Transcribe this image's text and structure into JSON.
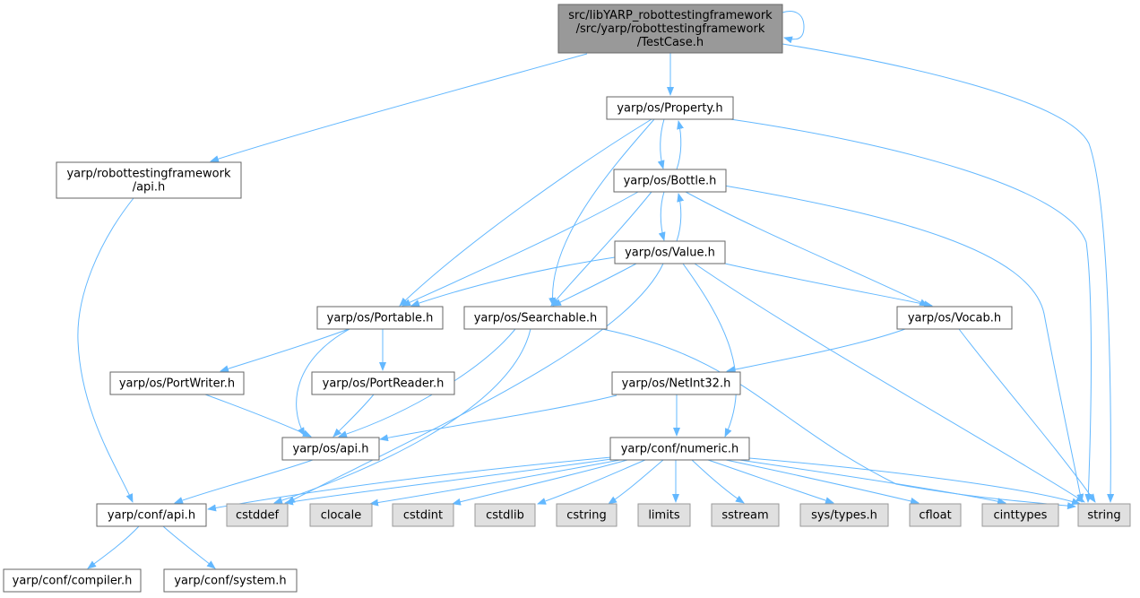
{
  "graph": {
    "colors": {
      "edge": "#63b8ff",
      "root_fill": "#999999",
      "root_stroke": "#666666",
      "node_fill": "#ffffff",
      "node_stroke": "#666666",
      "external_fill": "#e0e0e0",
      "external_stroke": "#999999"
    },
    "nodes": [
      {
        "id": "testcase",
        "kind": "root",
        "lines": [
          "src/libYARP_robottestingframework",
          "/src/yarp/robottestingframework",
          "/TestCase.h"
        ]
      },
      {
        "id": "property",
        "kind": "file",
        "lines": [
          "yarp/os/Property.h"
        ]
      },
      {
        "id": "rtf_api",
        "kind": "file",
        "lines": [
          "yarp/robottestingframework",
          "/api.h"
        ]
      },
      {
        "id": "bottle",
        "kind": "file",
        "lines": [
          "yarp/os/Bottle.h"
        ]
      },
      {
        "id": "value",
        "kind": "file",
        "lines": [
          "yarp/os/Value.h"
        ]
      },
      {
        "id": "portable",
        "kind": "file",
        "lines": [
          "yarp/os/Portable.h"
        ]
      },
      {
        "id": "searchable",
        "kind": "file",
        "lines": [
          "yarp/os/Searchable.h"
        ]
      },
      {
        "id": "vocab",
        "kind": "file",
        "lines": [
          "yarp/os/Vocab.h"
        ]
      },
      {
        "id": "portwriter",
        "kind": "file",
        "lines": [
          "yarp/os/PortWriter.h"
        ]
      },
      {
        "id": "portreader",
        "kind": "file",
        "lines": [
          "yarp/os/PortReader.h"
        ]
      },
      {
        "id": "netint32",
        "kind": "file",
        "lines": [
          "yarp/os/NetInt32.h"
        ]
      },
      {
        "id": "os_api",
        "kind": "file",
        "lines": [
          "yarp/os/api.h"
        ]
      },
      {
        "id": "numeric",
        "kind": "file",
        "lines": [
          "yarp/conf/numeric.h"
        ]
      },
      {
        "id": "conf_api",
        "kind": "file",
        "lines": [
          "yarp/conf/api.h"
        ]
      },
      {
        "id": "cstddef",
        "kind": "external",
        "lines": [
          "cstddef"
        ]
      },
      {
        "id": "clocale",
        "kind": "external",
        "lines": [
          "clocale"
        ]
      },
      {
        "id": "cstdint",
        "kind": "external",
        "lines": [
          "cstdint"
        ]
      },
      {
        "id": "cstdlib",
        "kind": "external",
        "lines": [
          "cstdlib"
        ]
      },
      {
        "id": "cstring",
        "kind": "external",
        "lines": [
          "cstring"
        ]
      },
      {
        "id": "limits",
        "kind": "external",
        "lines": [
          "limits"
        ]
      },
      {
        "id": "sstream",
        "kind": "external",
        "lines": [
          "sstream"
        ]
      },
      {
        "id": "systypes",
        "kind": "external",
        "lines": [
          "sys/types.h"
        ]
      },
      {
        "id": "cfloat",
        "kind": "external",
        "lines": [
          "cfloat"
        ]
      },
      {
        "id": "cinttypes",
        "kind": "external",
        "lines": [
          "cinttypes"
        ]
      },
      {
        "id": "string",
        "kind": "external",
        "lines": [
          "string"
        ]
      },
      {
        "id": "compiler",
        "kind": "file",
        "lines": [
          "yarp/conf/compiler.h"
        ]
      },
      {
        "id": "system",
        "kind": "file",
        "lines": [
          "yarp/conf/system.h"
        ]
      }
    ],
    "edges": [
      [
        "testcase",
        "testcase"
      ],
      [
        "testcase",
        "property"
      ],
      [
        "testcase",
        "rtf_api"
      ],
      [
        "testcase",
        "string"
      ],
      [
        "property",
        "bottle"
      ],
      [
        "property",
        "portable"
      ],
      [
        "property",
        "searchable"
      ],
      [
        "property",
        "string"
      ],
      [
        "bottle",
        "property"
      ],
      [
        "bottle",
        "value"
      ],
      [
        "bottle",
        "portable"
      ],
      [
        "bottle",
        "searchable"
      ],
      [
        "bottle",
        "vocab"
      ],
      [
        "bottle",
        "string"
      ],
      [
        "value",
        "bottle"
      ],
      [
        "value",
        "portable"
      ],
      [
        "value",
        "searchable"
      ],
      [
        "value",
        "vocab"
      ],
      [
        "value",
        "numeric"
      ],
      [
        "value",
        "cstddef"
      ],
      [
        "value",
        "string"
      ],
      [
        "portable",
        "portwriter"
      ],
      [
        "portable",
        "portreader"
      ],
      [
        "portable",
        "os_api"
      ],
      [
        "searchable",
        "os_api"
      ],
      [
        "searchable",
        "cstddef"
      ],
      [
        "searchable",
        "string"
      ],
      [
        "vocab",
        "netint32"
      ],
      [
        "vocab",
        "string"
      ],
      [
        "portwriter",
        "os_api"
      ],
      [
        "portreader",
        "os_api"
      ],
      [
        "netint32",
        "os_api"
      ],
      [
        "netint32",
        "numeric"
      ],
      [
        "os_api",
        "conf_api"
      ],
      [
        "rtf_api",
        "conf_api"
      ],
      [
        "numeric",
        "conf_api"
      ],
      [
        "numeric",
        "cstddef"
      ],
      [
        "numeric",
        "clocale"
      ],
      [
        "numeric",
        "cstdint"
      ],
      [
        "numeric",
        "cstdlib"
      ],
      [
        "numeric",
        "cstring"
      ],
      [
        "numeric",
        "limits"
      ],
      [
        "numeric",
        "sstream"
      ],
      [
        "numeric",
        "systypes"
      ],
      [
        "numeric",
        "cfloat"
      ],
      [
        "numeric",
        "cinttypes"
      ],
      [
        "numeric",
        "string"
      ],
      [
        "conf_api",
        "compiler"
      ],
      [
        "conf_api",
        "system"
      ]
    ]
  }
}
